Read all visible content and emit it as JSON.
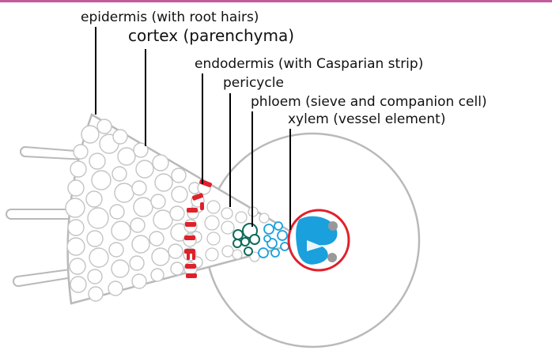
{
  "labels": {
    "epidermis": "epidermis (with root hairs)",
    "cortex": "cortex (parenchyma)",
    "endodermis": "endodermis (with Casparian strip)",
    "pericycle": "pericycle",
    "phloem": "phloem (sieve and companion cell)",
    "xylem": "xylem (vessel element)"
  },
  "colors": {
    "topbar": "#c35a9e",
    "outline": "#b9b9b9",
    "leader": "#000000",
    "casparian_strip": "#e0202a",
    "phloem": "#0f6b5a",
    "pericycle_cells": "#1aa0dc",
    "xylem": "#1aa0dc",
    "ring": "#e0202a",
    "xylem_dots": "#999999"
  }
}
